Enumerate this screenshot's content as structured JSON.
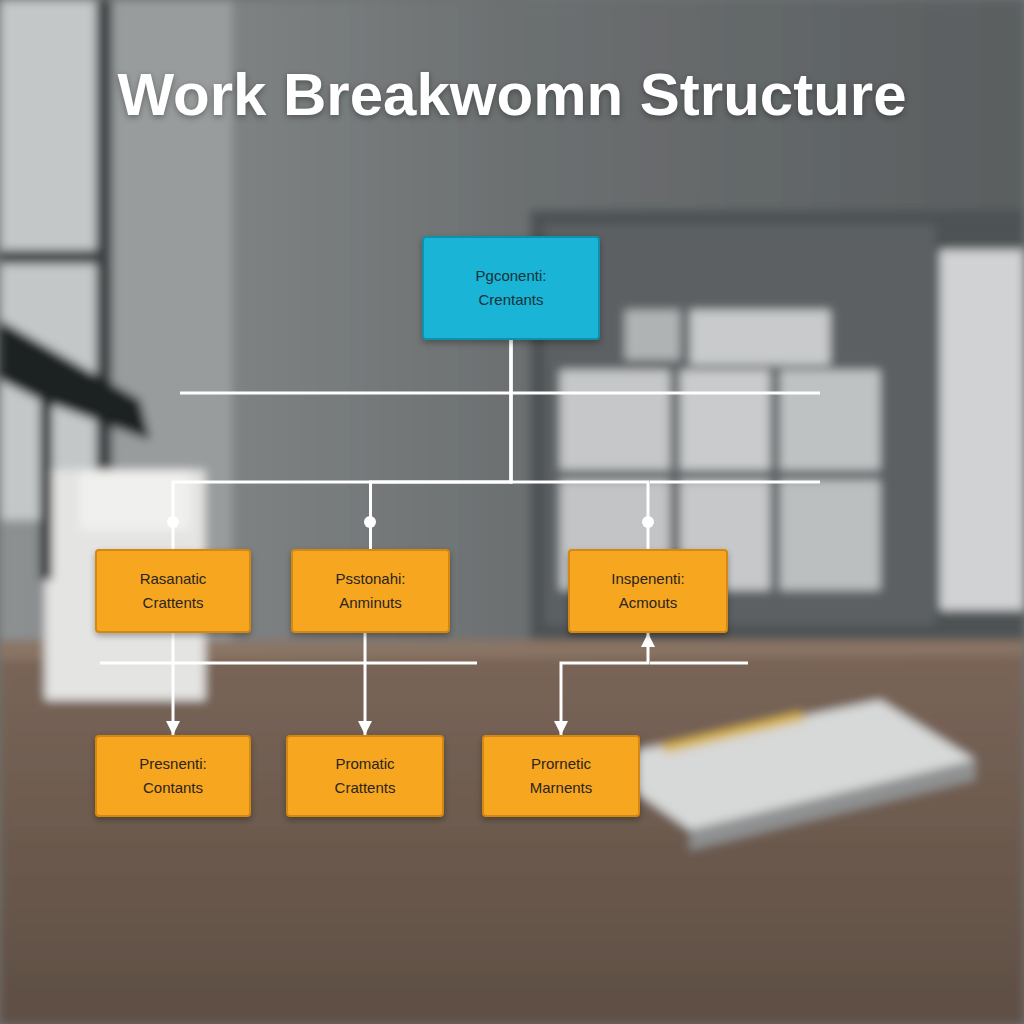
{
  "diagram": {
    "title": "Work Breakwomn Structure",
    "nodes": [
      {
        "text": [
          "Pgconenti: Crentants"
        ]
      },
      {
        "text": [
          "Rasanatic Crattents"
        ]
      },
      {
        "text": [
          "Psstonahi: Anminuts"
        ]
      },
      {
        "text": [
          "Inspenenti: Acmouts"
        ]
      },
      {
        "text": [
          "Presnenti: Contants"
        ]
      },
      {
        "text": [
          "Promatic Crattents"
        ]
      },
      {
        "text": [
          "Prornetic Marnents"
        ]
      }
    ],
    "edges": [
      {
        "from": 0,
        "to": 1,
        "arrow": "none"
      },
      {
        "from": 0,
        "to": 2,
        "arrow": "none"
      },
      {
        "from": 0,
        "to": 3,
        "arrow": "none"
      },
      {
        "from": 1,
        "to": 4,
        "arrow": "to"
      },
      {
        "from": 2,
        "to": 5,
        "arrow": "to"
      },
      {
        "from": 3,
        "to": 6,
        "arrow": "both"
      }
    ]
  }
}
